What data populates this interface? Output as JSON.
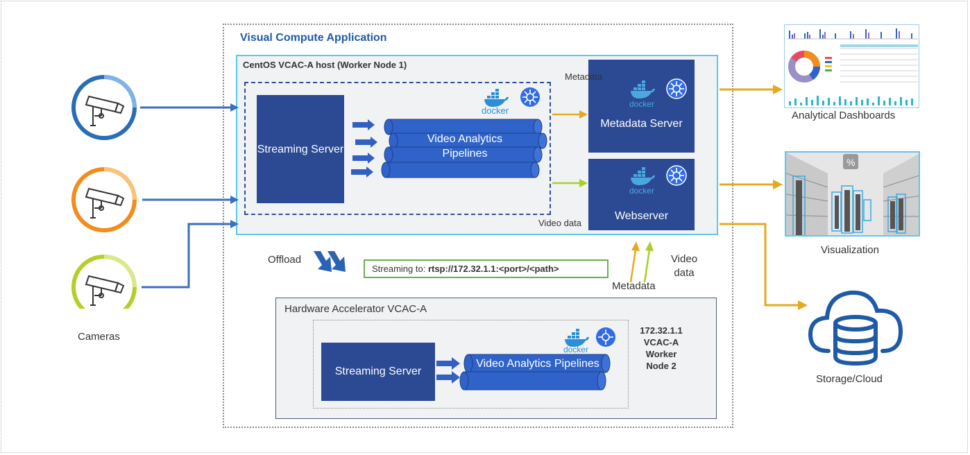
{
  "title": "Visual Compute Application",
  "host": {
    "title": "CentOS VCAC-A host (Worker Node 1)",
    "streaming_server": "Streaming Server",
    "pipelines": "Video Analytics Pipelines",
    "metadata_label": "Metadata",
    "video_data_label": "Video data",
    "metadata_server": "Metadata Server",
    "webserver": "Webserver",
    "docker_label": "docker"
  },
  "offload_label": "Offload",
  "streaming_to": {
    "prefix": "Streaming to: ",
    "url": "rtsp://172.32.1.1:<port>/<path>"
  },
  "uplink": {
    "metadata_label": "Metadata",
    "video_data_label": "Video data"
  },
  "hardware": {
    "title": "Hardware Accelerator VCAC-A",
    "streaming_server": "Streaming Server",
    "pipelines": "Video Analytics Pipelines",
    "node_info": "172.32.1.1 VCAC-A Worker Node 2",
    "docker_label": "docker"
  },
  "cameras": {
    "label": "Cameras",
    "ring_colors": [
      "#2a6db5",
      "#f28c1c",
      "#b4cf2b"
    ]
  },
  "outputs": {
    "dashboards_label": "Analytical Dashboards",
    "visualization_label": "Visualization",
    "storage_label": "Storage/Cloud"
  },
  "colors": {
    "navy": "#2b4a93",
    "pipeline_blue": "#2f63c9",
    "cyan": "#5bc8ec",
    "gold": "#e5a91e",
    "lime": "#a9cf2a",
    "green_box": "#6ab04c",
    "camera_line": "#3b6ec0",
    "storage_blue": "#1f5aa6"
  },
  "icons": [
    "camera-icon",
    "docker-icon",
    "kubernetes-icon",
    "database-cloud-icon",
    "dashboard-thumbnail",
    "visualization-thumbnail"
  ]
}
